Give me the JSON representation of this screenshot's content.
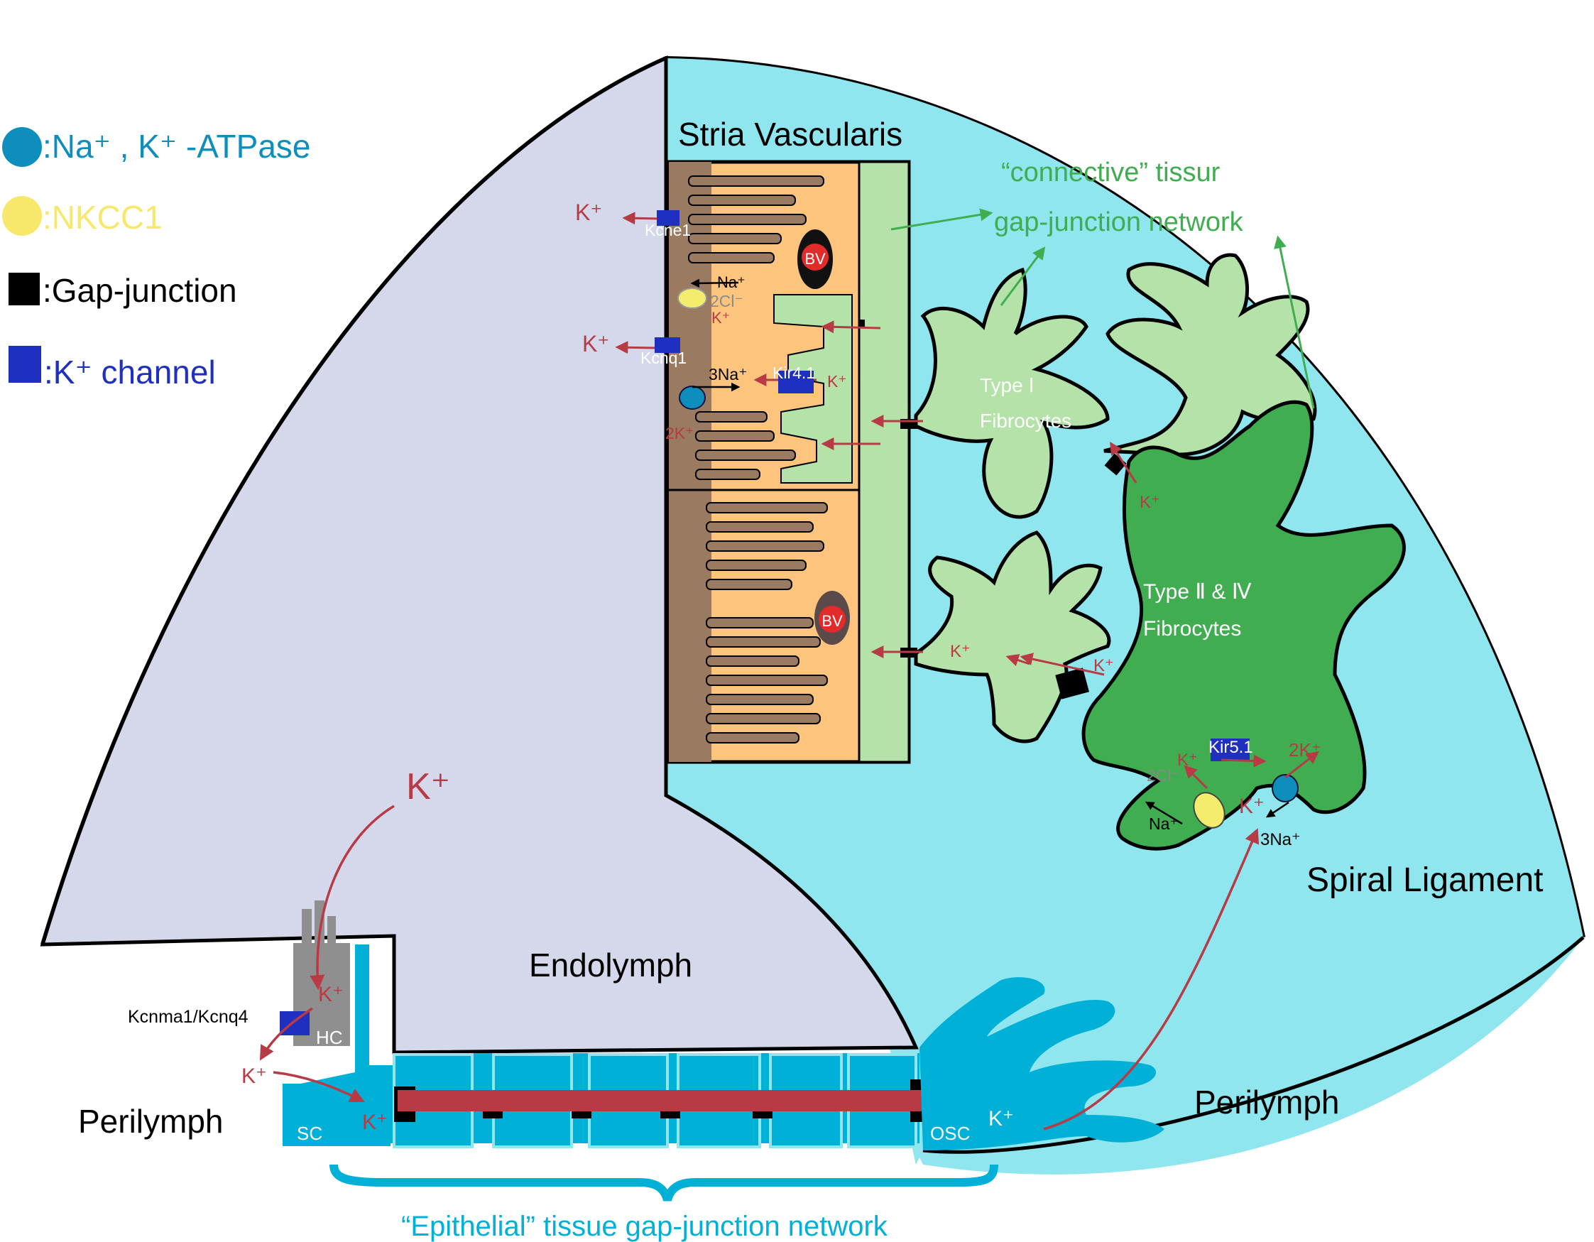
{
  "legend": {
    "atpase": ":Na⁺ , K⁺ -ATPase",
    "nkcc1": ":NKCC1",
    "gap": ":Gap-junction",
    "kchan": ":K⁺ channel"
  },
  "labels": {
    "stria": "Stria Vascularis",
    "connective1": "“connective” tissur",
    "connective2": "gap-junction network",
    "type1a": "Type Ⅰ",
    "type1b": "Fibrocytes",
    "type2a": "Type Ⅱ & Ⅳ",
    "type2b": "Fibrocytes",
    "spiral": "Spiral Ligament",
    "endolymph": "Endolymph",
    "perilymph_l": "Perilymph",
    "perilymph_r": "Perilymph",
    "epithelial": "“Epithelial” tissue gap-junction network",
    "kcnma": "Kcnma1/Kcnq4",
    "hc": "HC",
    "sc": "SC",
    "osc": "OSC",
    "bv1": "BV",
    "bv2": "BV",
    "kcne1": "Kcne1",
    "kcnq1": "Kcnq1",
    "kir41": "Kir4.1",
    "kir51": "Kir5.1",
    "na_plus": "Na⁺",
    "cl2": "2Cl⁻",
    "k_small": "K⁺",
    "na3": "3Na⁺",
    "k2": "2K⁺",
    "k_big": "K⁺",
    "k_stria1": "K⁺",
    "k_stria2": "K⁺",
    "k_kir41": "K⁺",
    "k_fib1": "K⁺",
    "k_fib2": "K⁺",
    "k_fib3": "K⁺",
    "k_hc": "K⁺",
    "k_peri": "K⁺",
    "k_sc": "K⁺",
    "k_osc": "K⁺",
    "sl_k1": "K⁺",
    "sl_k2": "K⁺",
    "sl_2k": "2K⁺",
    "sl_cl": "2Cl⁻",
    "sl_na": "Na⁺",
    "sl_3na": "3Na⁺"
  },
  "colors": {
    "cyan": "#8fe6ee",
    "lavender": "#d5d7ea",
    "orange": "#fcc47c",
    "brown": "#9a7a60",
    "lightgreen": "#b5e2a8",
    "darkgreen": "#3fad50",
    "blue": "#00b0d6",
    "kred": "#b83a44"
  }
}
